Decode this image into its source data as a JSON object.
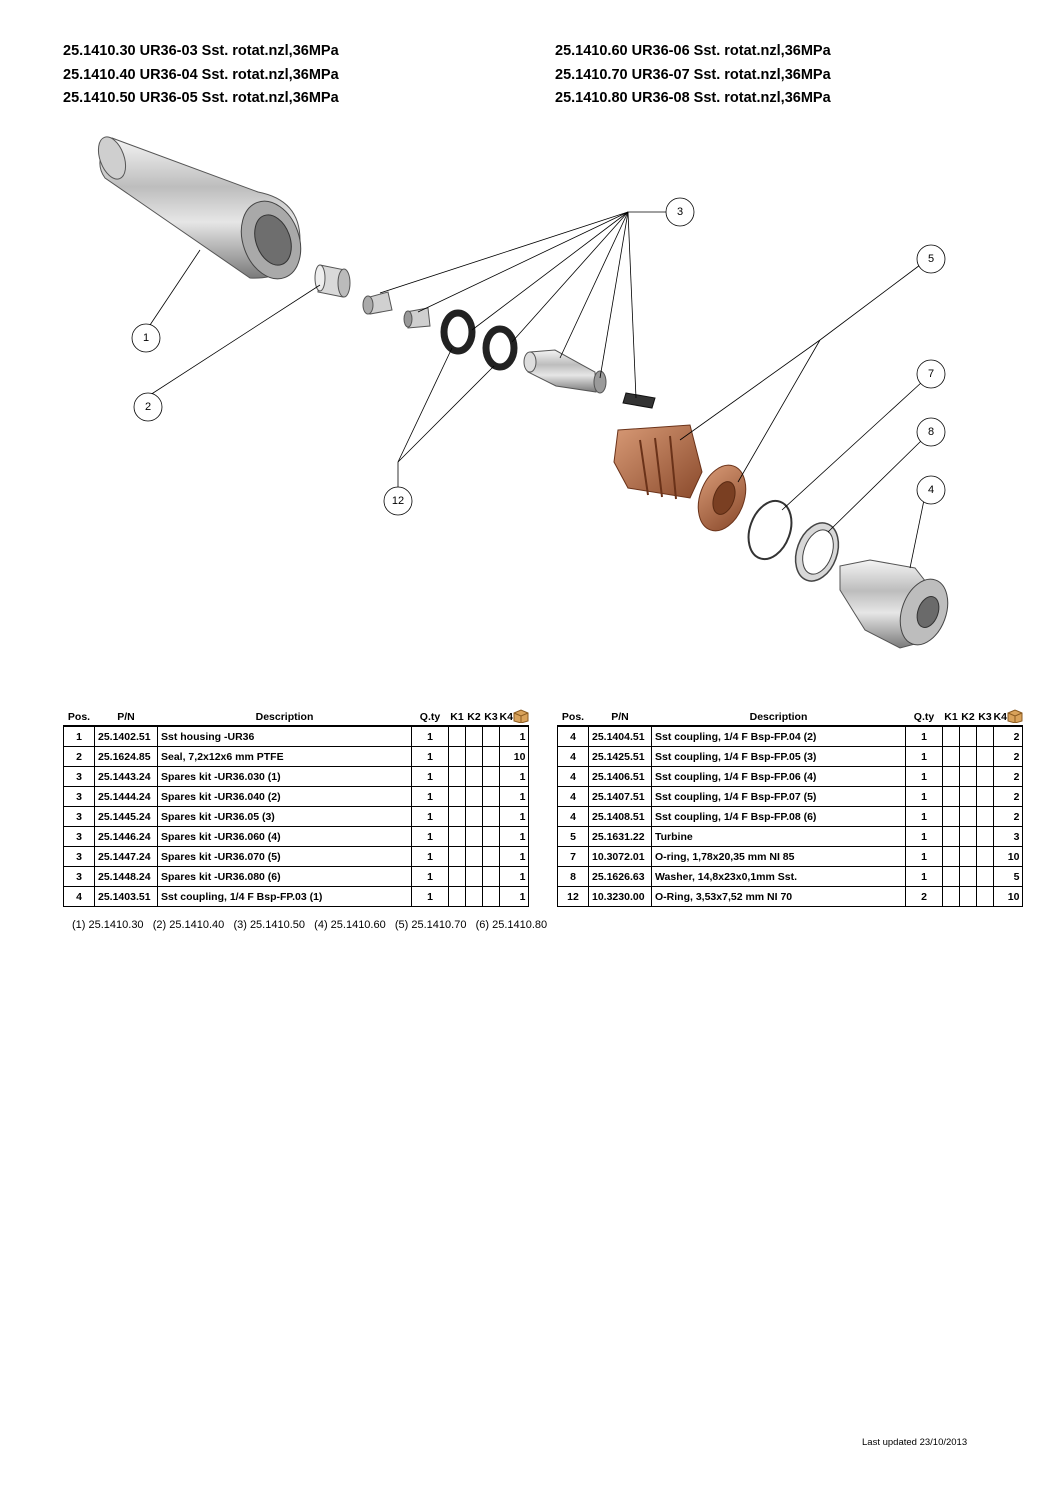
{
  "titles_left": [
    "25.1410.30 UR36-03 Sst. rotat.nzl,36MPa",
    "25.1410.40 UR36-04 Sst. rotat.nzl,36MPa",
    "25.1410.50 UR36-05 Sst. rotat.nzl,36MPa"
  ],
  "titles_right": [
    "25.1410.60 UR36-06 Sst. rotat.nzl,36MPa",
    "25.1410.70 UR36-07 Sst. rotat.nzl,36MPa",
    "25.1410.80 UR36-08 Sst. rotat.nzl,36MPa"
  ],
  "callouts": [
    "1",
    "2",
    "3",
    "5",
    "7",
    "8",
    "4",
    "12"
  ],
  "table_headers": {
    "pos": "Pos.",
    "pn": "P/N",
    "desc": "Description",
    "qty": "Q.ty",
    "k1": "K1",
    "k2": "K2",
    "k3": "K3",
    "k4": "K4",
    "box_icon": "package-box-icon"
  },
  "left_rows": [
    {
      "pos": "1",
      "pn": "25.1402.51",
      "desc": "Sst housing -UR36",
      "qty": "1",
      "k4": "1"
    },
    {
      "pos": "2",
      "pn": "25.1624.85",
      "desc": "Seal, 7,2x12x6 mm PTFE",
      "qty": "1",
      "k4": "10"
    },
    {
      "pos": "3",
      "pn": "25.1443.24",
      "desc": "Spares kit -UR36.030 (1)",
      "qty": "1",
      "k4": "1"
    },
    {
      "pos": "3",
      "pn": "25.1444.24",
      "desc": "Spares kit -UR36.040 (2)",
      "qty": "1",
      "k4": "1"
    },
    {
      "pos": "3",
      "pn": "25.1445.24",
      "desc": "Spares kit -UR36.05 (3)",
      "qty": "1",
      "k4": "1"
    },
    {
      "pos": "3",
      "pn": "25.1446.24",
      "desc": "Spares kit -UR36.060 (4)",
      "qty": "1",
      "k4": "1"
    },
    {
      "pos": "3",
      "pn": "25.1447.24",
      "desc": "Spares kit -UR36.070 (5)",
      "qty": "1",
      "k4": "1"
    },
    {
      "pos": "3",
      "pn": "25.1448.24",
      "desc": "Spares kit -UR36.080 (6)",
      "qty": "1",
      "k4": "1"
    },
    {
      "pos": "4",
      "pn": "25.1403.51",
      "desc": "Sst coupling, 1/4 F Bsp-FP.03 (1)",
      "qty": "1",
      "k4": "1"
    }
  ],
  "right_rows": [
    {
      "pos": "4",
      "pn": "25.1404.51",
      "desc": "Sst coupling, 1/4 F Bsp-FP.04 (2)",
      "qty": "1",
      "k4": "2"
    },
    {
      "pos": "4",
      "pn": "25.1425.51",
      "desc": "Sst coupling, 1/4 F Bsp-FP.05 (3)",
      "qty": "1",
      "k4": "2"
    },
    {
      "pos": "4",
      "pn": "25.1406.51",
      "desc": "Sst coupling, 1/4 F Bsp-FP.06 (4)",
      "qty": "1",
      "k4": "2"
    },
    {
      "pos": "4",
      "pn": "25.1407.51",
      "desc": "Sst coupling, 1/4 F Bsp-FP.07 (5)",
      "qty": "1",
      "k4": "2"
    },
    {
      "pos": "4",
      "pn": "25.1408.51",
      "desc": "Sst coupling, 1/4 F Bsp-FP.08 (6)",
      "qty": "1",
      "k4": "2"
    },
    {
      "pos": "5",
      "pn": "25.1631.22",
      "desc": "Turbine",
      "qty": "1",
      "k4": "3"
    },
    {
      "pos": "7",
      "pn": "10.3072.01",
      "desc": "O-ring, 1,78x20,35 mm NI 85",
      "qty": "1",
      "k4": "10"
    },
    {
      "pos": "8",
      "pn": "25.1626.63",
      "desc": "Washer, 14,8x23x0,1mm Sst.",
      "qty": "1",
      "k4": "5"
    },
    {
      "pos": "12",
      "pn": "10.3230.00",
      "desc": "O-Ring, 3,53x7,52 mm NI 70",
      "qty": "2",
      "k4": "10"
    }
  ],
  "footnote": "(1) 25.1410.30   (2) 25.1410.40   (3) 25.1410.50   (4) 25.1410.60   (5) 25.1410.70   (6) 25.1410.80",
  "last_updated": "Last updated 23/10/2013"
}
